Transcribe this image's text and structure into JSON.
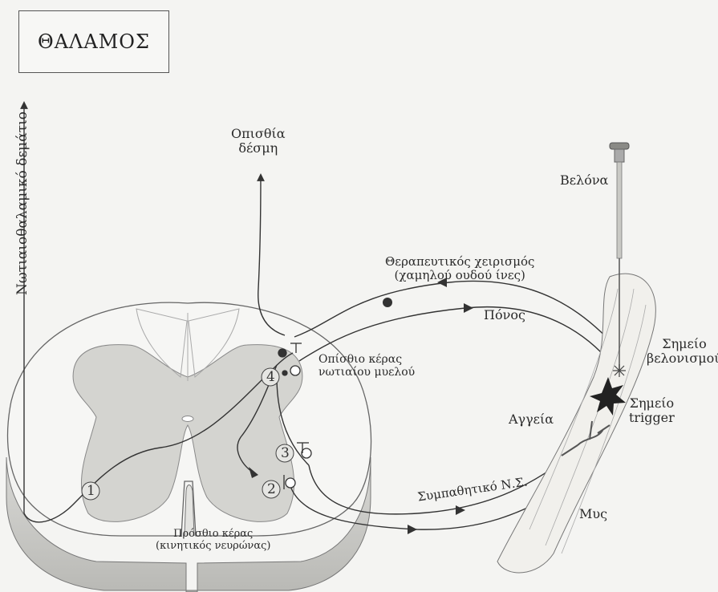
{
  "title": "ΘΑΛΑΜΟΣ",
  "labels": {
    "spinothalamic": "Νωτιαιοθαλαμικό δεμάτιο",
    "posterior_bundle_1": "Οπισθία",
    "posterior_bundle_2": "δέσμη",
    "needle": "Βελόνα",
    "therapeutic_1": "Θεραπευτικός χειρισμός",
    "therapeutic_2": "(χαμηλού ουδού ίνες)",
    "pain": "Πόνος",
    "posterior_horn_1": "Οπίσθιο κέρας",
    "posterior_horn_2": "νωτιαίου μυελού",
    "needle_point_1": "Σημείο",
    "needle_point_2": "βελονισμού",
    "trigger_1": "Σημείο",
    "trigger_2": "trigger",
    "vessels": "Αγγεία",
    "sympathetic": "Συμπαθητικό Ν.Σ.",
    "muscle": "Μυς",
    "anterior_horn_1": "Πρόσθιο κέρας",
    "anterior_horn_2": "(κινητικός νευρώνας)"
  },
  "numbers": {
    "n1": "1",
    "n2": "2",
    "n3": "3",
    "n4": "4"
  }
}
